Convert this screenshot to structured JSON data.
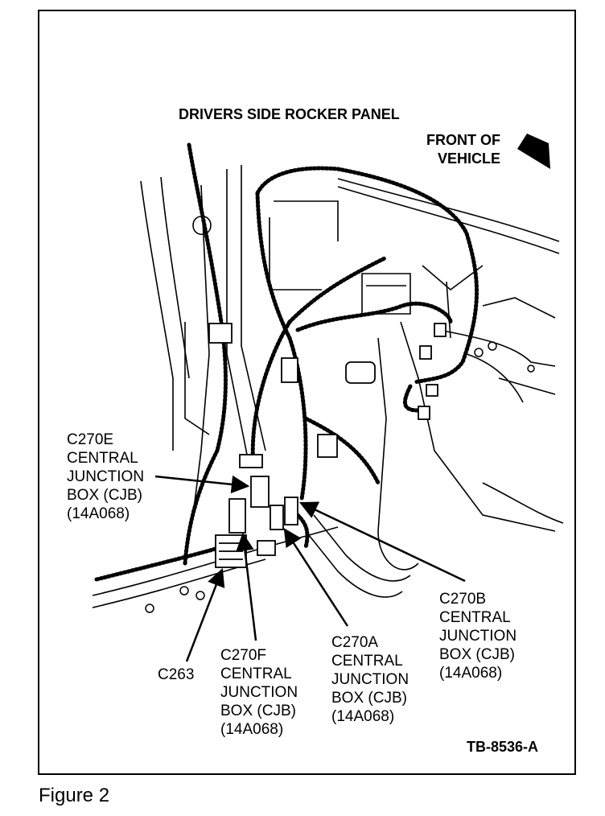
{
  "title": "DRIVERS SIDE ROCKER PANEL",
  "front_label": [
    "FRONT OF",
    "VEHICLE"
  ],
  "callouts": {
    "c270e": [
      "C270E",
      "CENTRAL",
      "JUNCTION",
      "BOX (CJB)",
      "(14A068)"
    ],
    "c270b": [
      "C270B",
      "CENTRAL",
      "JUNCTION",
      "BOX (CJB)",
      "(14A068)"
    ],
    "c270a": [
      "C270A",
      "CENTRAL",
      "JUNCTION",
      "BOX (CJB)",
      "(14A068)"
    ],
    "c270f": [
      "C270F",
      "CENTRAL",
      "JUNCTION",
      "BOX (CJB)",
      "(14A068)"
    ],
    "c263": "C263"
  },
  "drawing_id": "TB-8536-A",
  "caption": "Figure 2"
}
